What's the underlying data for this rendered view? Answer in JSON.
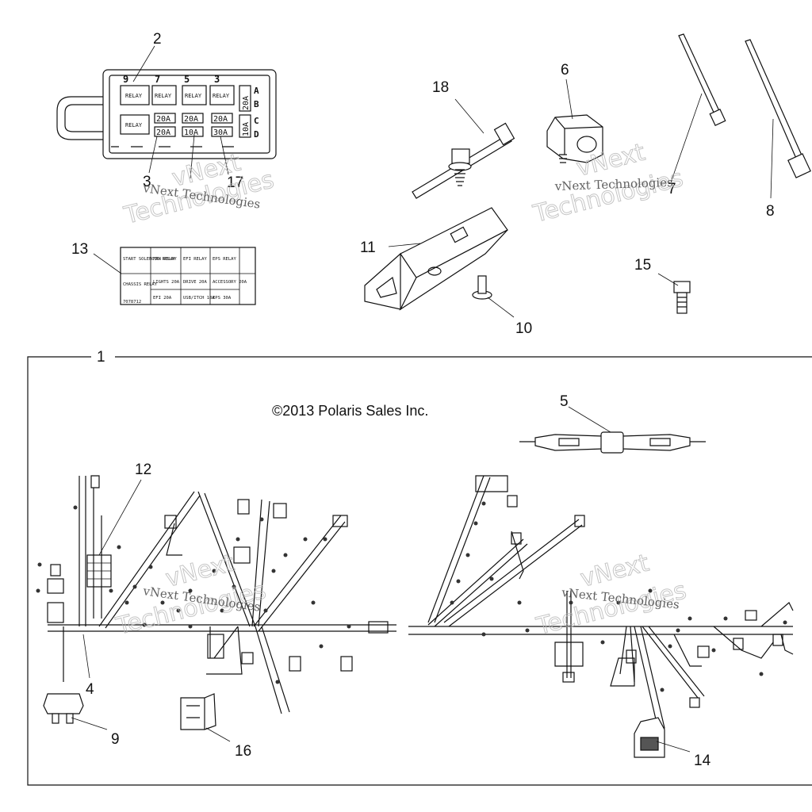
{
  "copyright": "©2013 Polaris Sales Inc.",
  "watermark": {
    "small": "vNext Technologies",
    "big_top": "vNext",
    "big_bottom": "Technologies"
  },
  "callouts": [
    "1",
    "2",
    "3",
    "4",
    "5",
    "6",
    "7",
    "8",
    "9",
    "10",
    "11",
    "12",
    "13",
    "14",
    "15",
    "16",
    "17",
    "18"
  ],
  "fuse_box": {
    "slot_numbers": [
      "9",
      "7",
      "5",
      "3"
    ],
    "side_letters": [
      "A",
      "B",
      "C",
      "D"
    ],
    "relay_label": "RELAY",
    "row1_side_fuse": "20A",
    "row2_side_fuse": "10A",
    "row2_fuses": [
      "20A",
      "20A",
      "20A"
    ],
    "row3_fuses": [
      "20A",
      "10A",
      "30A"
    ]
  },
  "label_card": {
    "row1": [
      "START SOLENOID RELAY",
      "FAN RELAY",
      "EFI RELAY",
      "EPS RELAY"
    ],
    "row2": [
      "CHASSIS RELAY",
      "LIGHTS 20A",
      "DRIVE 20A",
      "ACCESSORY 20A"
    ],
    "row3": [
      "",
      "EFI 20A",
      "USB/ITCH 10A",
      "EPS 30A"
    ],
    "footer": "7078712"
  },
  "colors": {
    "line": "#111111",
    "watermark": "#bbbbbb"
  }
}
